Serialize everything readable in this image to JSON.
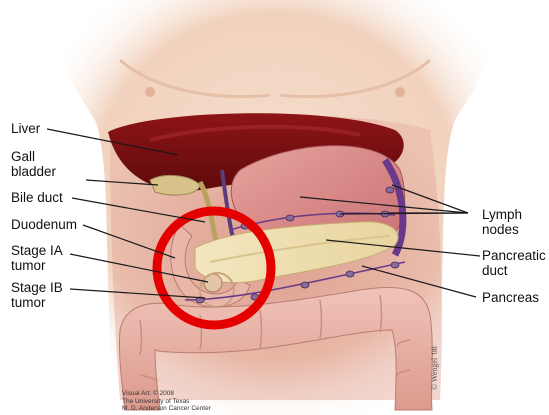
{
  "labels": {
    "liver": "Liver",
    "gall_bladder": "Gall\nbladder",
    "bile_duct": "Bile duct",
    "duodenum": "Duodenum",
    "stage_ia_tumor": "Stage IA\ntumor",
    "stage_ib_tumor": "Stage IB\ntumor",
    "lymph_nodes": "Lymph\nnodes",
    "pancreatic_duct": "Pancreatic\nduct",
    "pancreas": "Pancreas"
  },
  "credit": "Visual Art: © 2008\nThe University of Texas\nM. D. Anderson Cancer Center",
  "signature": "© Wengel '08",
  "colors": {
    "highlight_circle": "#e50000",
    "label_text": "#111111",
    "leader_line": "#1a1a1a",
    "skin": "#f3d7c4",
    "liver": "#7a0f12",
    "pancreas": "#efe1b4",
    "stomach": "#d98686",
    "colon": "#eab6ac",
    "lymph_vessel": "#6a3a8a"
  }
}
